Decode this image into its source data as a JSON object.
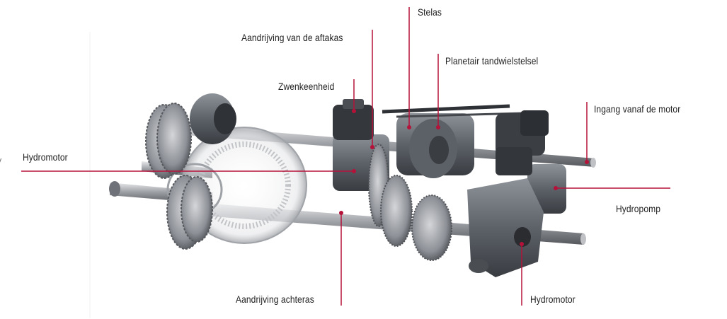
{
  "diagram": {
    "labels": {
      "stelas": "Stelas",
      "aandrijving_aftakas": "Aandrijving van de aftakas",
      "planetair": "Planetair tandwielstelsel",
      "zwenkeenheid": "Zwenkeenheid",
      "ingang_motor": "Ingang vanaf de motor",
      "hydromotor_left": "Hydromotor",
      "hydropomp": "Hydropomp",
      "aandrijving_achteras": "Aandrijving achteras",
      "hydromotor_bottom": "Hydromotor"
    },
    "colors": {
      "leader_line": "#b5123a",
      "text": "#222222",
      "background": "#ffffff",
      "metal_dark": "#3c3f44",
      "metal_mid": "#7a7d82",
      "metal_light": "#c9cbce"
    }
  }
}
